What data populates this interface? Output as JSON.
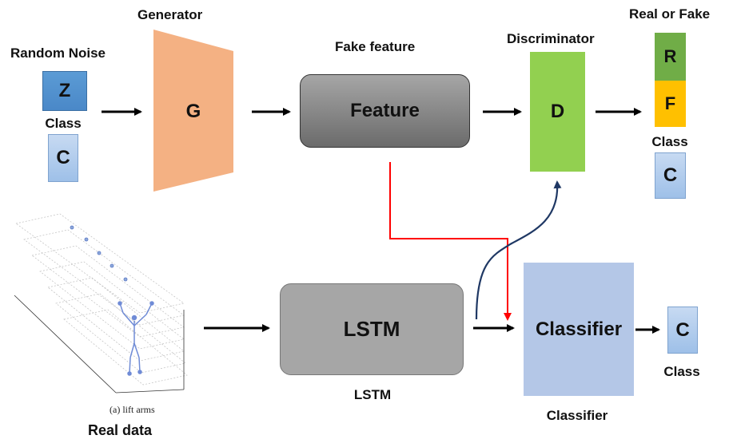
{
  "labels": {
    "random_noise": "Random Noise",
    "class_left": "Class",
    "generator": "Generator",
    "fake_feature": "Fake feature",
    "discriminator": "Discriminator",
    "real_or_fake": "Real or Fake",
    "class_right_top": "Class",
    "lstm_caption": "LSTM",
    "classifier_caption": "Classifier",
    "class_output": "Class",
    "real_data": "Real data",
    "skeleton_caption": "(a) lift arms"
  },
  "boxes": {
    "z": "Z",
    "c_input": "C",
    "generator": "G",
    "feature": "Feature",
    "discriminator": "D",
    "real": "R",
    "fake": "F",
    "c_disc_out": "C",
    "lstm": "LSTM",
    "classifier": "Classifier",
    "c_class_out": "C"
  },
  "colors": {
    "noise_box": "#5b9bd5",
    "class_box": "#bdd7ee",
    "generator": "#f4b183",
    "feature": "#808080",
    "discriminator": "#92d050",
    "real": "#70ad47",
    "fake": "#ffc000",
    "lstm": "#a6a6a6",
    "classifier": "#b4c7e7",
    "feature_to_classifier_arrow": "#ff0000",
    "lstm_to_discriminator_arrow": "#1f3864"
  }
}
